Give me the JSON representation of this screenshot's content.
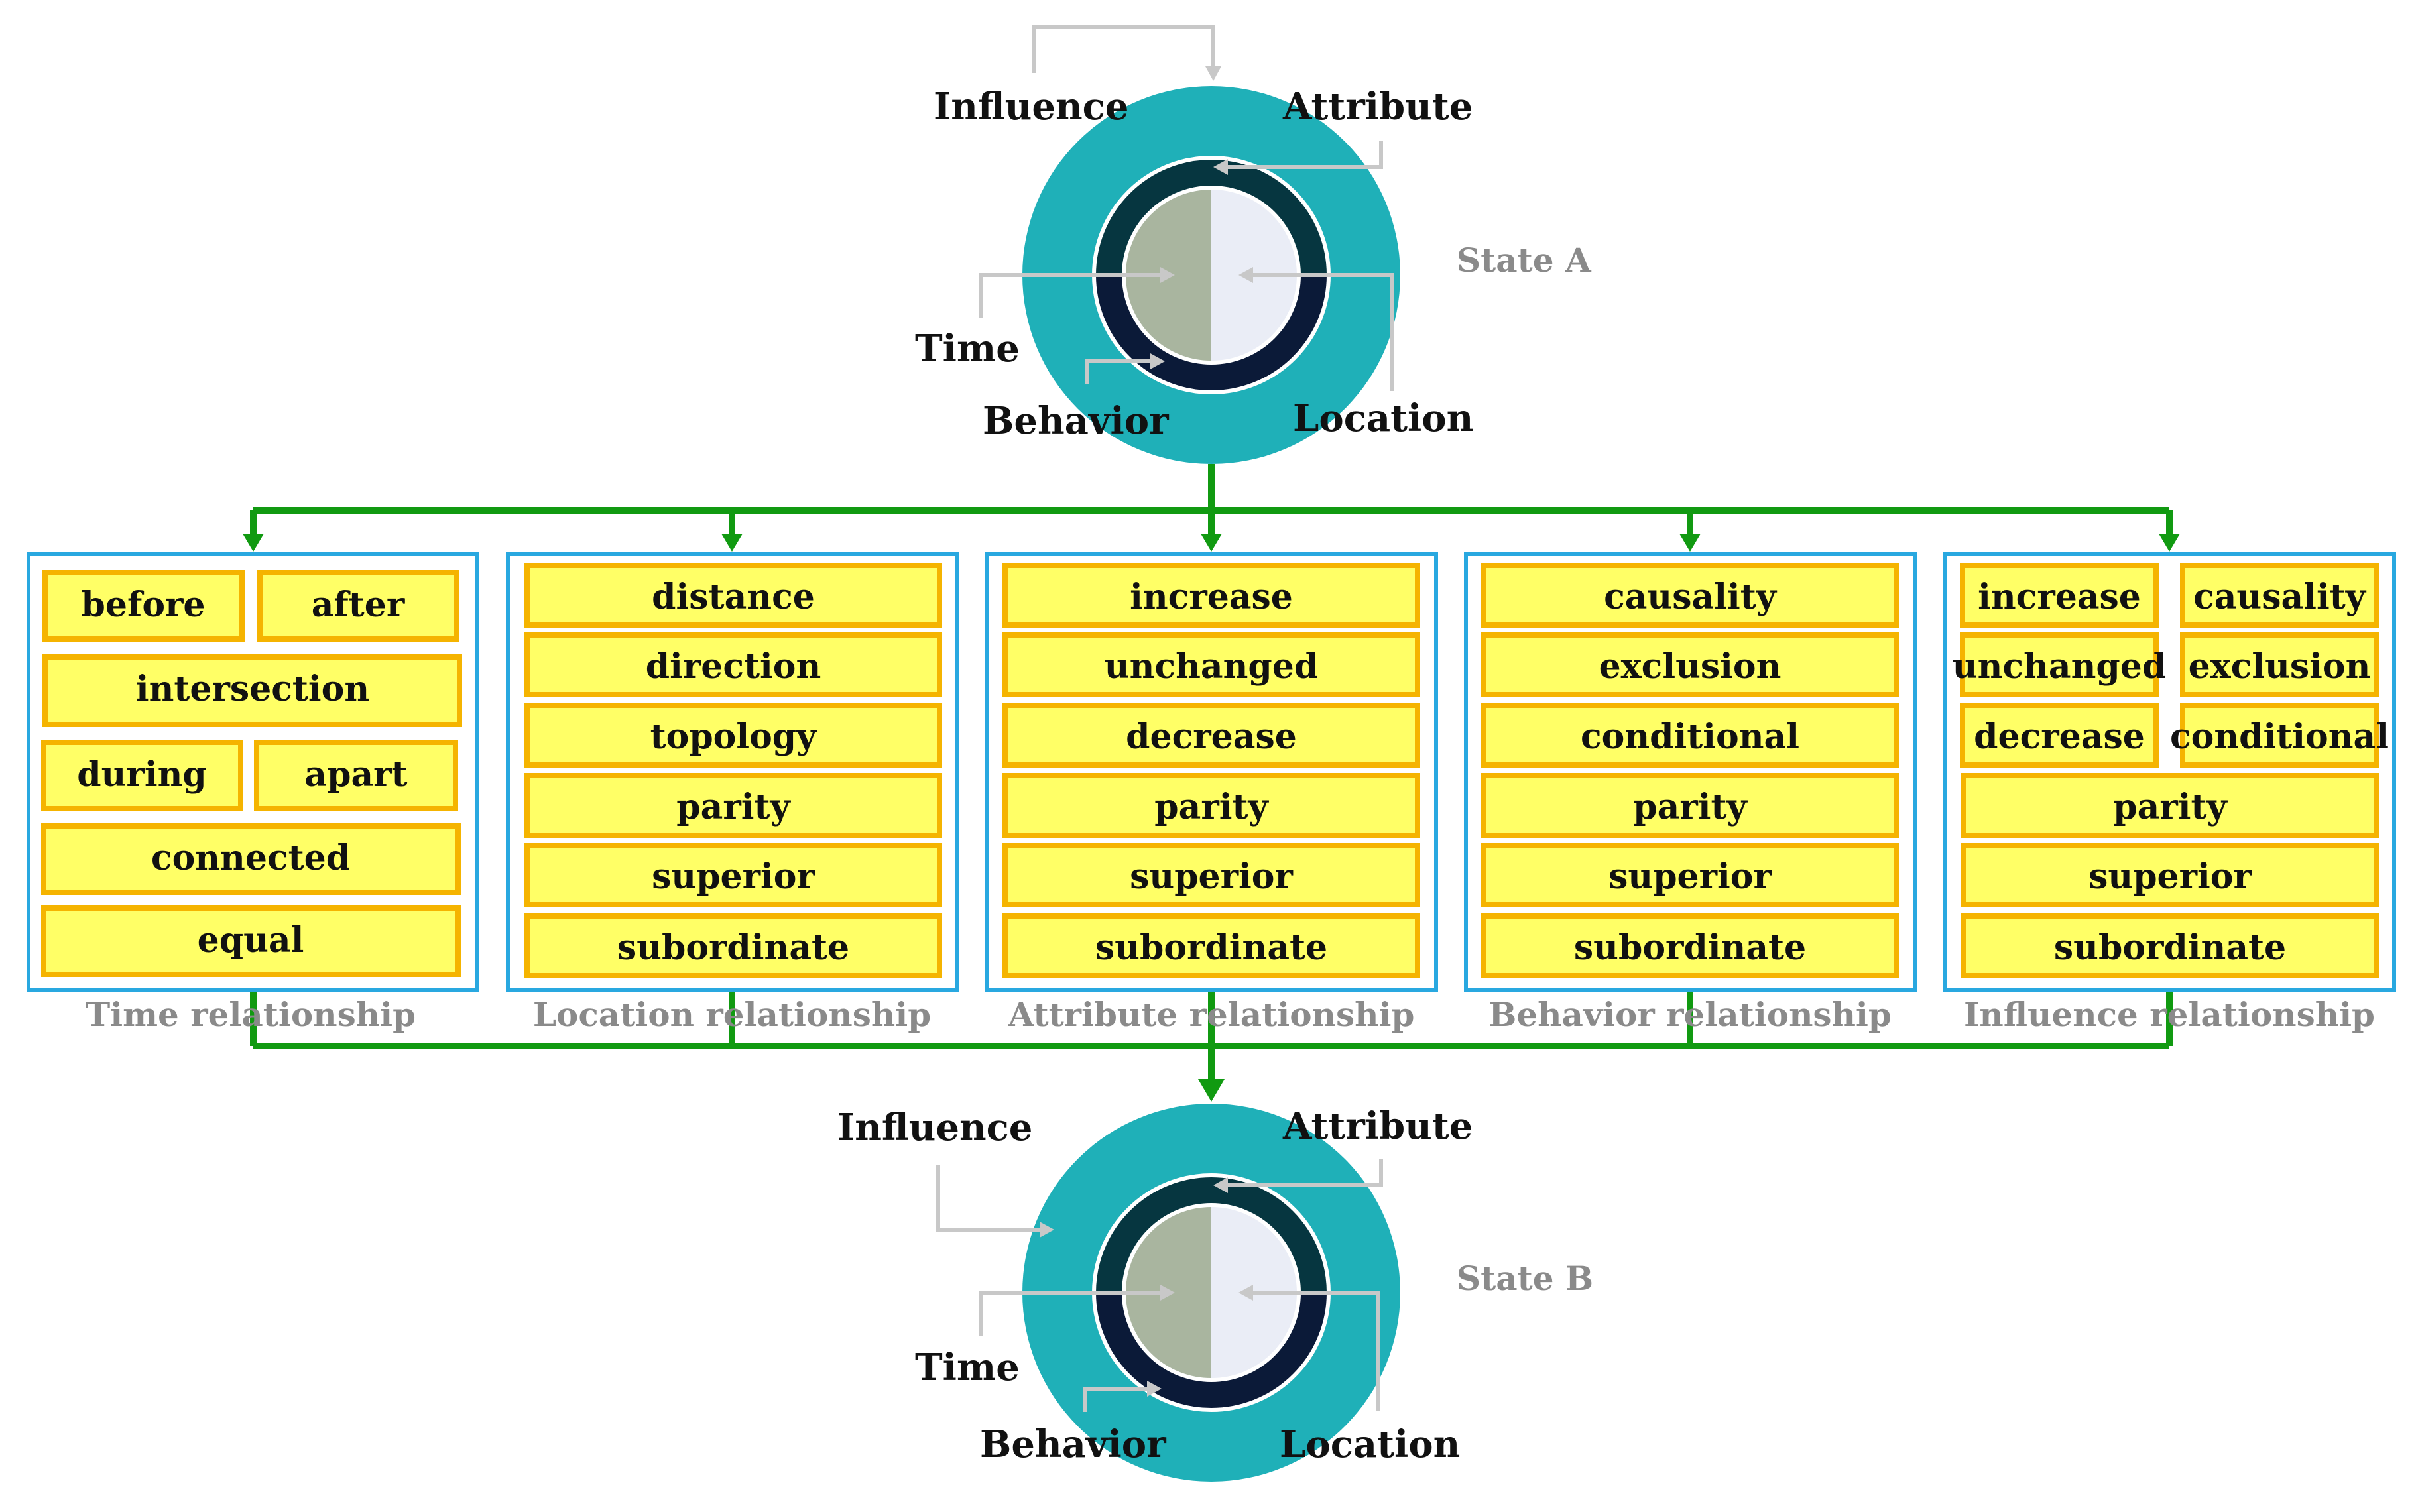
{
  "state_a": {
    "label": "State A",
    "influence": "Influence",
    "attribute": "Attribute",
    "time": "Time",
    "behavior": "Behavior",
    "location": "Location"
  },
  "state_b": {
    "label": "State B",
    "influence": "Influence",
    "attribute": "Attribute",
    "time": "Time",
    "behavior": "Behavior",
    "location": "Location"
  },
  "colors": {
    "outer_ring": "#1fb0b8",
    "inner_ring_top": "#063640",
    "inner_ring_bottom": "#0b1a38",
    "core_left": "#a9b59f",
    "core_right": "#eaedf6",
    "item_fill": "#ffff66",
    "item_border": "#f5b400",
    "panel_border": "#29a8e0",
    "connector": "#119a11"
  },
  "panels": [
    {
      "caption": "Time relationship",
      "items": [
        "before",
        "after",
        "intersection",
        "during",
        "apart",
        "connected",
        "equal"
      ]
    },
    {
      "caption": "Location relationship",
      "items": [
        "distance",
        "direction",
        "topology",
        "parity",
        "superior",
        "subordinate"
      ]
    },
    {
      "caption": "Attribute relationship",
      "items": [
        "increase",
        "unchanged",
        "decrease",
        "parity",
        "superior",
        "subordinate"
      ]
    },
    {
      "caption": "Behavior relationship",
      "items": [
        "causality",
        "exclusion",
        "conditional",
        "parity",
        "superior",
        "subordinate"
      ]
    },
    {
      "caption": "Influence relationship",
      "items": [
        "increase",
        "causality",
        "unchanged",
        "exclusion",
        "decrease",
        "conditional",
        "parity",
        "superior",
        "subordinate"
      ]
    }
  ]
}
